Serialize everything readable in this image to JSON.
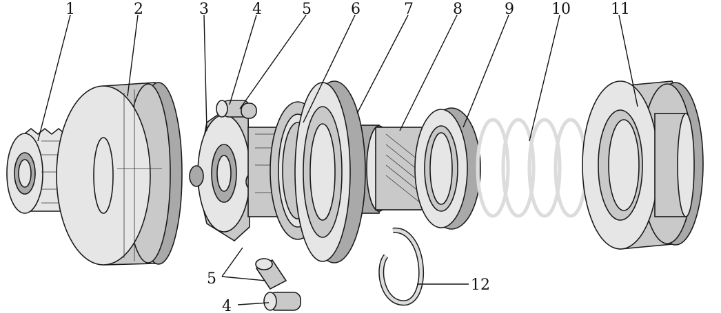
{
  "labels": {
    "l1": "1",
    "l2": "2",
    "l3": "3",
    "l4": "4",
    "l5": "5",
    "l6": "6",
    "l7": "7",
    "l8": "8",
    "l9": "9",
    "l10": "10",
    "l11": "11",
    "l5b": "5",
    "l4b": "4",
    "l12": "12"
  }
}
